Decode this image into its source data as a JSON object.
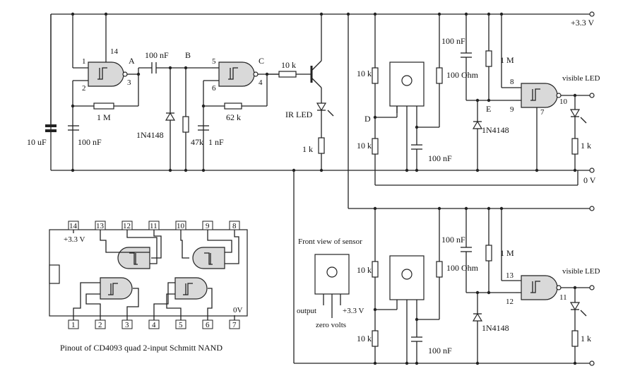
{
  "rails": {
    "vplus": "+3.3 V",
    "zero": "0 V"
  },
  "nodes": {
    "a": "A",
    "b": "B",
    "c": "C",
    "d": "D",
    "e": "E"
  },
  "gate1": {
    "p1": "1",
    "p2": "2",
    "p3": "3",
    "p14": "14"
  },
  "gate2": {
    "p5": "5",
    "p6": "6",
    "p4": "4"
  },
  "gate3": {
    "p8": "8",
    "p9": "9",
    "p10": "10",
    "p7": "7"
  },
  "gate4": {
    "p13": "13",
    "p12": "12",
    "p11": "11"
  },
  "components": {
    "c_10uf": "10 uF",
    "c_100nf_a": "100 nF",
    "c_100nf_b": "100 nF",
    "r_1m_a": "1 M",
    "d_1n4148_a": "1N4148",
    "r_47k": "47k",
    "c_1nf": "1 nF",
    "r_62k": "62 k",
    "r_10k_a": "10 k",
    "ir_led": "IR LED",
    "r_1k_a": "1 k",
    "r_10k_b": "10 k",
    "r_10k_c": "10 k",
    "c_100nf_c": "100 nF",
    "c_100nf_d": "100 nF",
    "r_100ohm_a": "100 Ohm",
    "r_1m_b": "1 M",
    "d_1n4148_b": "1N4148",
    "visible_led_a": "visible LED",
    "r_1k_b": "1 k",
    "r_10k_d": "10 k",
    "r_10k_e": "10 k",
    "c_100nf_e": "100 nF",
    "c_100nf_f": "100 nF",
    "r_100ohm_b": "100 Ohm",
    "r_1m_c": "1 M",
    "d_1n4148_c": "1N4148",
    "visible_led_b": "visible LED",
    "r_1k_c": "1 k"
  },
  "sensor": {
    "title": "Front view of sensor",
    "output": "output",
    "vplus": "+3.3 V",
    "zero": "zero volts"
  },
  "pinout": {
    "caption": "Pinout of CD4093 quad 2-input Schmitt NAND",
    "vplus": "+3.3 V",
    "zero": "0V",
    "top_pins": [
      "14",
      "13",
      "12",
      "11",
      "10",
      "9",
      "8"
    ],
    "bottom_pins": [
      "1",
      "2",
      "3",
      "4",
      "5",
      "6",
      "7"
    ]
  }
}
